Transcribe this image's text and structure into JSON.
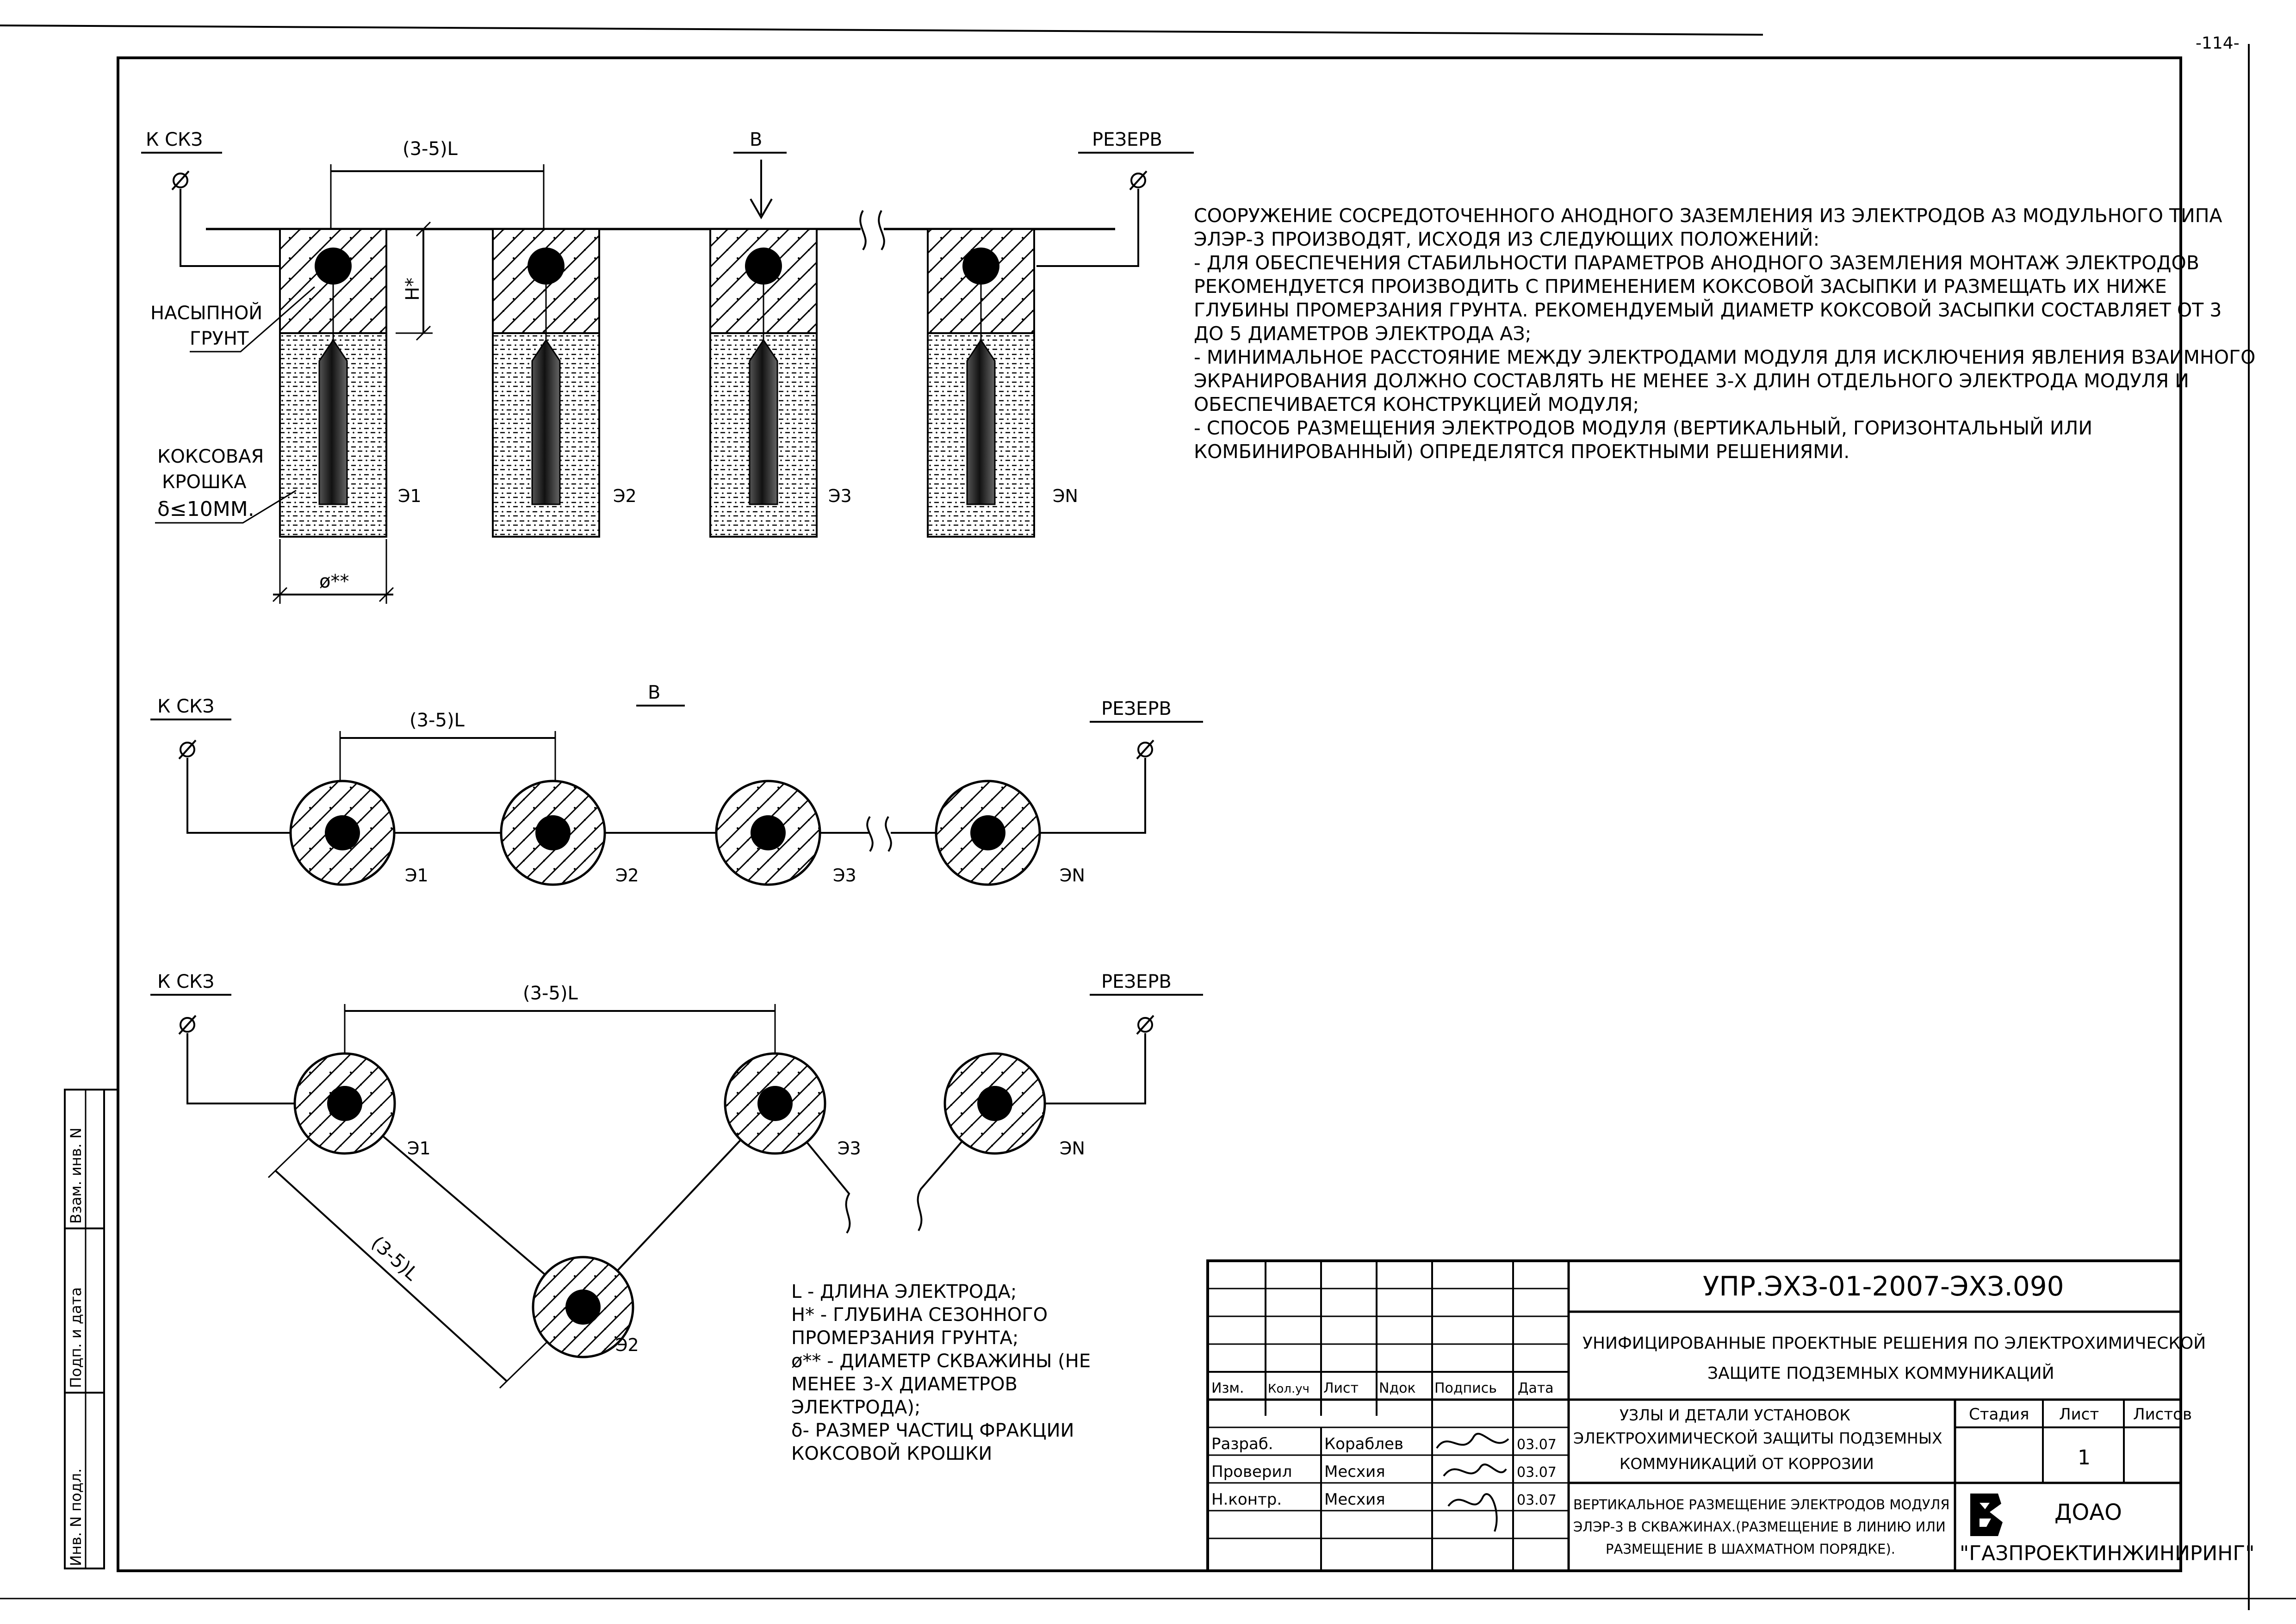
{
  "sheet_number": "-114-",
  "labels": {
    "k_skz": "К СКЗ",
    "reserve": "РЕЗЕРВ",
    "spacing": "(3-5)L",
    "view_b": "В",
    "depth": "Н*",
    "diameter": "ø**",
    "fill_soil_line1": "НАСЫПНОЙ",
    "fill_soil_line2": "ГРУНТ",
    "coke_line1": "КОКСОВАЯ",
    "coke_line2": "КРОШКА",
    "coke_line3": "δ≤10ММ.",
    "electrodes": [
      "Э1",
      "Э2",
      "Э3",
      "ЭN"
    ]
  },
  "notes": {
    "lines": [
      "СООРУЖЕНИЕ СОСРЕДОТОЧЕННОГО АНОДНОГО ЗАЗЕМЛЕНИЯ ИЗ ЭЛЕКТРОДОВ АЗ МОДУЛЬНОГО ТИПА",
      "ЭЛЭР-3 ПРОИЗВОДЯТ, ИСХОДЯ ИЗ СЛЕДУЮЩИХ ПОЛОЖЕНИЙ:",
      "- ДЛЯ ОБЕСПЕЧЕНИЯ СТАБИЛЬНОСТИ ПАРАМЕТРОВ АНОДНОГО ЗАЗЕМЛЕНИЯ МОНТАЖ ЭЛЕКТРОДОВ",
      "РЕКОМЕНДУЕТСЯ ПРОИЗВОДИТЬ С ПРИМЕНЕНИЕМ КОКСОВОЙ ЗАСЫПКИ И РАЗМЕЩАТЬ ИХ НИЖЕ",
      "ГЛУБИНЫ ПРОМЕРЗАНИЯ ГРУНТА. РЕКОМЕНДУЕМЫЙ ДИАМЕТР КОКСОВОЙ ЗАСЫПКИ СОСТАВЛЯЕТ ОТ 3",
      "ДО 5 ДИАМЕТРОВ ЭЛЕКТРОДА АЗ;",
      "- МИНИМАЛЬНОЕ РАССТОЯНИЕ МЕЖДУ ЭЛЕКТРОДАМИ МОДУЛЯ ДЛЯ ИСКЛЮЧЕНИЯ ЯВЛЕНИЯ ВЗАИМНОГО",
      "ЭКРАНИРОВАНИЯ ДОЛЖНО СОСТАВЛЯТЬ НЕ МЕНЕЕ 3-Х ДЛИН ОТДЕЛЬНОГО ЭЛЕКТРОДА МОДУЛЯ И",
      "ОБЕСПЕЧИВАЕТСЯ КОНСТРУКЦИЕЙ МОДУЛЯ;",
      "- СПОСОБ РАЗМЕЩЕНИЯ ЭЛЕКТРОДОВ МОДУЛЯ (ВЕРТИКАЛЬНЫЙ, ГОРИЗОНТАЛЬНЫЙ ИЛИ",
      "КОМБИНИРОВАННЫЙ) ОПРЕДЕЛЯТСЯ ПРОЕКТНЫМИ РЕШЕНИЯМИ."
    ]
  },
  "legend": {
    "lines": [
      "L - ДЛИНА ЭЛЕКТРОДА;",
      "Н* - ГЛУБИНА СЕЗОННОГО",
      "ПРОМЕРЗАНИЯ  ГРУНТА;",
      "ø** - ДИАМЕТР СКВАЖИНЫ (НЕ",
      "МЕНЕЕ 3-Х ДИАМЕТРОВ",
      "ЭЛЕКТРОДА);",
      "δ- РАЗМЕР ЧАСТИЦ ФРАКЦИИ",
      "КОКСОВОЙ КРОШКИ"
    ]
  },
  "side_stamp": {
    "cells": [
      "Инв. N подл.",
      "Подп. и дата",
      "Взам. инв. N"
    ]
  },
  "title_block": {
    "doc_code": "УПР.ЭХЗ-01-2007-ЭХЗ.090",
    "project_line1": "УНИФИЦИРОВАННЫЕ ПРОЕКТНЫЕ РЕШЕНИЯ ПО ЭЛЕКТРОХИМИЧЕСКОЙ",
    "project_line2": "ЗАЩИТЕ ПОДЗЕМНЫХ КОММУНИКАЦИЙ",
    "headers": [
      "Изм.",
      "Кол.уч",
      "Лист",
      "Nдок",
      "Подпись",
      "Дата"
    ],
    "rows": [
      {
        "role": "Разраб.",
        "name": "Кораблев",
        "date": "03.07"
      },
      {
        "role": "Проверил",
        "name": "Месхия",
        "date": "03.07"
      },
      {
        "role": "Н.контр.",
        "name": "Месхия",
        "date": "03.07"
      }
    ],
    "section_line1": "УЗЛЫ И ДЕТАЛИ УСТАНОВОК",
    "section_line2": "ЭЛЕКТРОХИМИЧЕСКОЙ ЗАЩИТЫ ПОДЗЕМНЫХ",
    "section_line3": "КОММУНИКАЦИЙ ОТ КОРРОЗИИ",
    "stage_label": "Стадия",
    "sheet_label": "Лист",
    "sheets_label": "Листов",
    "sheet_value": "1",
    "sheet_title_line1": "ВЕРТИКАЛЬНОЕ РАЗМЕЩЕНИЕ ЭЛЕКТРОДОВ МОДУЛЯ",
    "sheet_title_line2": "ЭЛЭР-3 В СКВАЖИНАХ.(РАЗМЕЩЕНИЕ В ЛИНИЮ ИЛИ",
    "sheet_title_line3": "РАЗМЕЩЕНИЕ В ШАХМАТНОМ ПОРЯДКЕ).",
    "org_line1": "ДОАО",
    "org_line2": "\"ГАЗПРОЕКТИНЖИНИРИНГ\""
  }
}
